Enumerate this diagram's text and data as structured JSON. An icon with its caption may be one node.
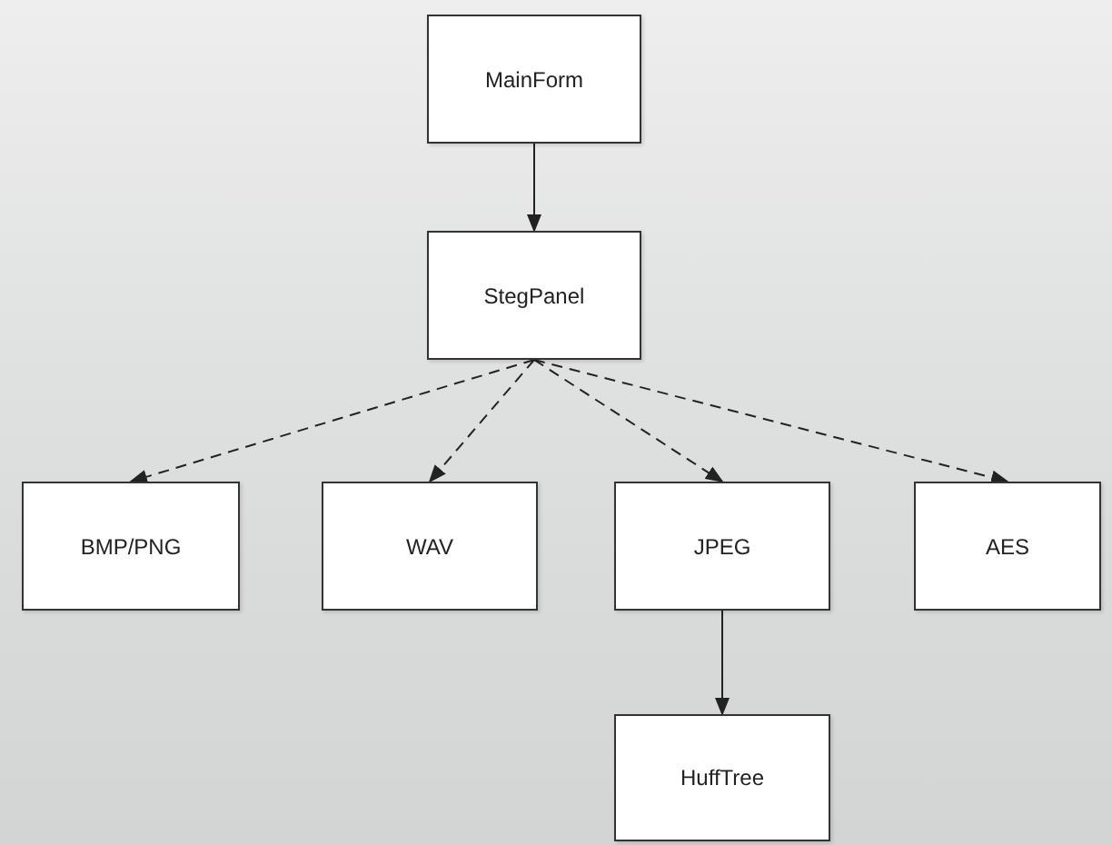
{
  "diagram": {
    "nodes": [
      {
        "text": [
          "MainForm"
        ]
      },
      {
        "text": [
          "StegPanel"
        ]
      },
      {
        "text": [
          "BMP/PNG"
        ]
      },
      {
        "text": [
          "WAV"
        ]
      },
      {
        "text": [
          "JPEG"
        ]
      },
      {
        "text": [
          "AES"
        ]
      },
      {
        "text": [
          "HuffTree"
        ]
      }
    ],
    "edges": [
      {
        "from": 0,
        "to": 1,
        "arrow": "to"
      },
      {
        "from": 1,
        "to": 2,
        "arrow": "to",
        "style": "dashed"
      },
      {
        "from": 1,
        "to": 3,
        "arrow": "to",
        "style": "dashed"
      },
      {
        "from": 1,
        "to": 4,
        "arrow": "to",
        "style": "dashed"
      },
      {
        "from": 1,
        "to": 5,
        "arrow": "to",
        "style": "dashed"
      },
      {
        "from": 4,
        "to": 6,
        "arrow": "to"
      }
    ]
  }
}
